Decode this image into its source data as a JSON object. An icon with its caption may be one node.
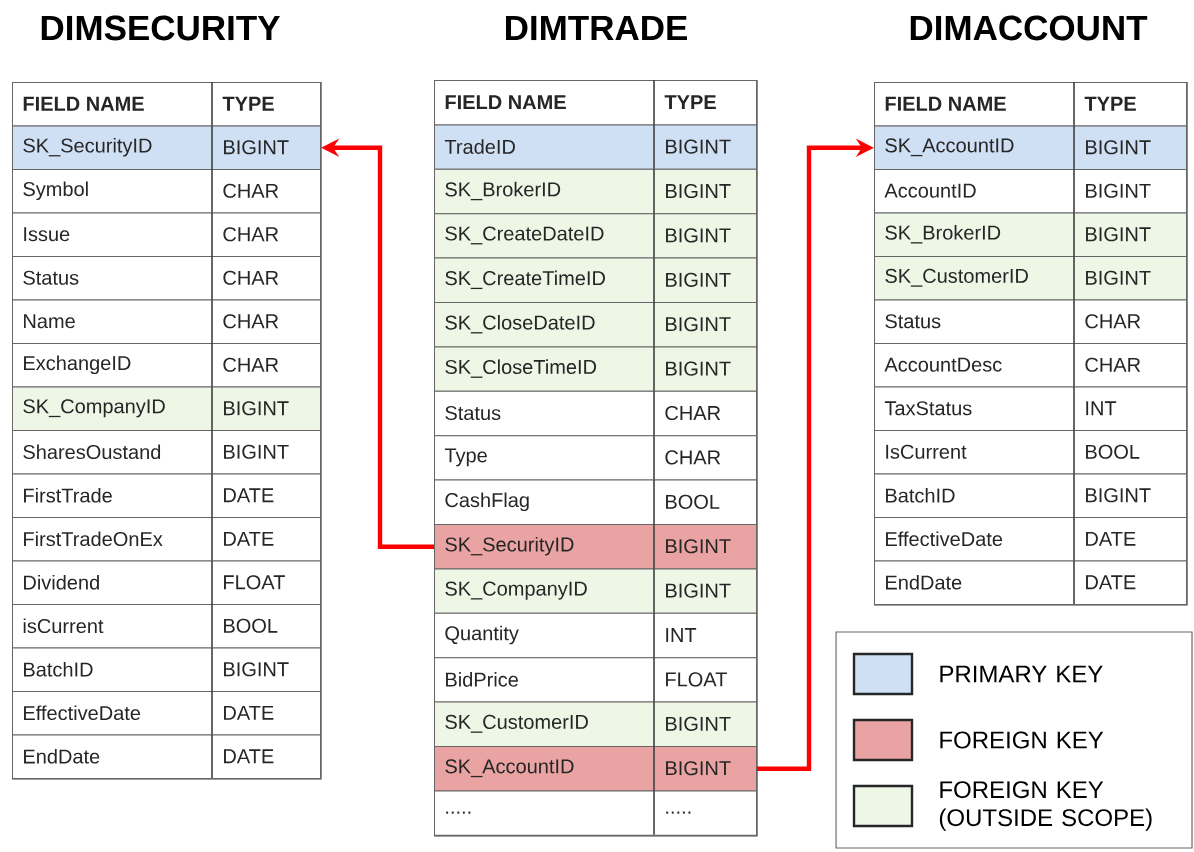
{
  "diagram": {
    "nodes": [
      {
        "text": [
          "DIMSECURITY"
        ]
      },
      {
        "text": [
          "FIELD NAME",
          "TYPE"
        ],
        "in": 0
      },
      {
        "text": [
          "SK_SecurityID",
          "BIGINT"
        ],
        "in": 0
      },
      {
        "text": [
          "Symbol",
          "CHAR"
        ],
        "in": 0
      },
      {
        "text": [
          "Issue",
          "CHAR"
        ],
        "in": 0
      },
      {
        "text": [
          "Status",
          "CHAR"
        ],
        "in": 0
      },
      {
        "text": [
          "Name",
          "CHAR"
        ],
        "in": 0
      },
      {
        "text": [
          "ExchangeID",
          "CHAR"
        ],
        "in": 0
      },
      {
        "text": [
          "SK_CompanyID",
          "BIGINT"
        ],
        "in": 0
      },
      {
        "text": [
          "SharesOustand",
          "BIGINT"
        ],
        "in": 0
      },
      {
        "text": [
          "FirstTrade",
          "DATE"
        ],
        "in": 0
      },
      {
        "text": [
          "FirstTradeOnEx",
          "DATE"
        ],
        "in": 0
      },
      {
        "text": [
          "Dividend",
          "FLOAT"
        ],
        "in": 0
      },
      {
        "text": [
          "isCurrent",
          "BOOL"
        ],
        "in": 0
      },
      {
        "text": [
          "BatchID",
          "BIGINT"
        ],
        "in": 0
      },
      {
        "text": [
          "EffectiveDate",
          "DATE"
        ],
        "in": 0
      },
      {
        "text": [
          "EndDate",
          "DATE"
        ],
        "in": 0
      },
      {
        "text": [
          "DIMTRADE"
        ]
      },
      {
        "text": [
          "FIELD NAME",
          "TYPE"
        ],
        "in": 17
      },
      {
        "text": [
          "TradeID",
          "BIGINT"
        ],
        "in": 17
      },
      {
        "text": [
          "SK_BrokerID",
          "BIGINT"
        ],
        "in": 17
      },
      {
        "text": [
          "SK_CreateDateID",
          "BIGINT"
        ],
        "in": 17
      },
      {
        "text": [
          "SK_CreateTimeID",
          "BIGINT"
        ],
        "in": 17
      },
      {
        "text": [
          "SK_CloseDateID",
          "BIGINT"
        ],
        "in": 17
      },
      {
        "text": [
          "SK_CloseTimeID",
          "BIGINT"
        ],
        "in": 17
      },
      {
        "text": [
          "Status",
          "CHAR"
        ],
        "in": 17
      },
      {
        "text": [
          "Type",
          "CHAR"
        ],
        "in": 17
      },
      {
        "text": [
          "CashFlag",
          "BOOL"
        ],
        "in": 17
      },
      {
        "text": [
          "SK_SecurityID",
          "BIGINT"
        ],
        "in": 17
      },
      {
        "text": [
          "SK_CompanyID",
          "BIGINT"
        ],
        "in": 17
      },
      {
        "text": [
          "Quantity",
          "INT"
        ],
        "in": 17
      },
      {
        "text": [
          "BidPrice",
          "FLOAT"
        ],
        "in": 17
      },
      {
        "text": [
          "SK_CustomerID",
          "BIGINT"
        ],
        "in": 17
      },
      {
        "text": [
          "SK_AccountID",
          "BIGINT"
        ],
        "in": 17
      },
      {
        "text": [
          ".....",
          "....."
        ],
        "in": 17
      },
      {
        "text": [
          "DIMACCOUNT"
        ]
      },
      {
        "text": [
          "FIELD NAME",
          "TYPE"
        ],
        "in": 35
      },
      {
        "text": [
          "SK_AccountID",
          "BIGINT"
        ],
        "in": 35
      },
      {
        "text": [
          "AccountID",
          "BIGINT"
        ],
        "in": 35
      },
      {
        "text": [
          "SK_BrokerID",
          "BIGINT"
        ],
        "in": 35
      },
      {
        "text": [
          "SK_CustomerID",
          "BIGINT"
        ],
        "in": 35
      },
      {
        "text": [
          "Status",
          "CHAR"
        ],
        "in": 35
      },
      {
        "text": [
          "AccountDesc",
          "CHAR"
        ],
        "in": 35
      },
      {
        "text": [
          "TaxStatus",
          "INT"
        ],
        "in": 35
      },
      {
        "text": [
          "IsCurrent",
          "BOOL"
        ],
        "in": 35
      },
      {
        "text": [
          "BatchID",
          "BIGINT"
        ],
        "in": 35
      },
      {
        "text": [
          "EffectiveDate",
          "DATE"
        ],
        "in": 35
      },
      {
        "text": [
          "EndDate",
          "DATE"
        ],
        "in": 35
      }
    ],
    "edges": [
      {
        "from": 28,
        "to": 2,
        "arrow": "to"
      },
      {
        "from": 33,
        "to": 37,
        "arrow": "to"
      }
    ],
    "legend": [
      {
        "text": "PRIMARY KEY",
        "color": "#cfe0f5"
      },
      {
        "text": "FOREIGN KEY",
        "color": "#eaa3a3"
      },
      {
        "text": "FOREIGN KEY (OUTSIDE SCOPE)",
        "color": "#eef6e6"
      }
    ]
  }
}
